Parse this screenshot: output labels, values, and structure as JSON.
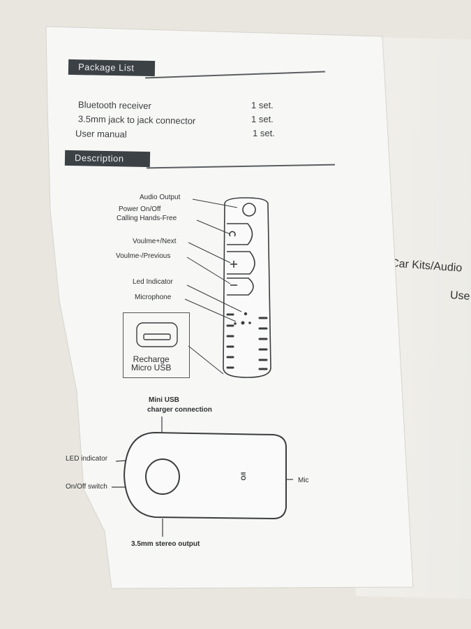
{
  "background": {
    "right_text_1": "Car Kits/Audio",
    "right_text_2": "Use"
  },
  "package_list": {
    "header": "Package List",
    "items": [
      {
        "name": "Bluetooth receiver",
        "qty": "1 set."
      },
      {
        "name": "3.5mm jack to jack connector",
        "qty": "1 set."
      },
      {
        "name": "User manual",
        "qty": "1 set."
      }
    ]
  },
  "description": {
    "header": "Description",
    "stick_labels": {
      "audio_output": "Audio Output",
      "power_line1": "Power On/Off",
      "power_line2": "Calling Hands-Free",
      "volume_up": "Voulme+/Next",
      "volume_down": "Voulme-/Previous",
      "led": "Led Indicator",
      "microphone": "Microphone"
    },
    "recharge_line1": "Recharge",
    "recharge_line2": "Micro USB",
    "receiver_labels": {
      "mini_usb_line1": "Mini USB",
      "mini_usb_line2": "charger connection",
      "led_indicator": "LED indicator",
      "onoff": "On/Off switch",
      "mic": "Mic",
      "stereo_output": "3.5mm stereo output",
      "switch_mark": "I/O"
    }
  },
  "colors": {
    "paper": "#f7f7f5",
    "header_bar": "#3c4146",
    "ink": "#2d2f31"
  }
}
